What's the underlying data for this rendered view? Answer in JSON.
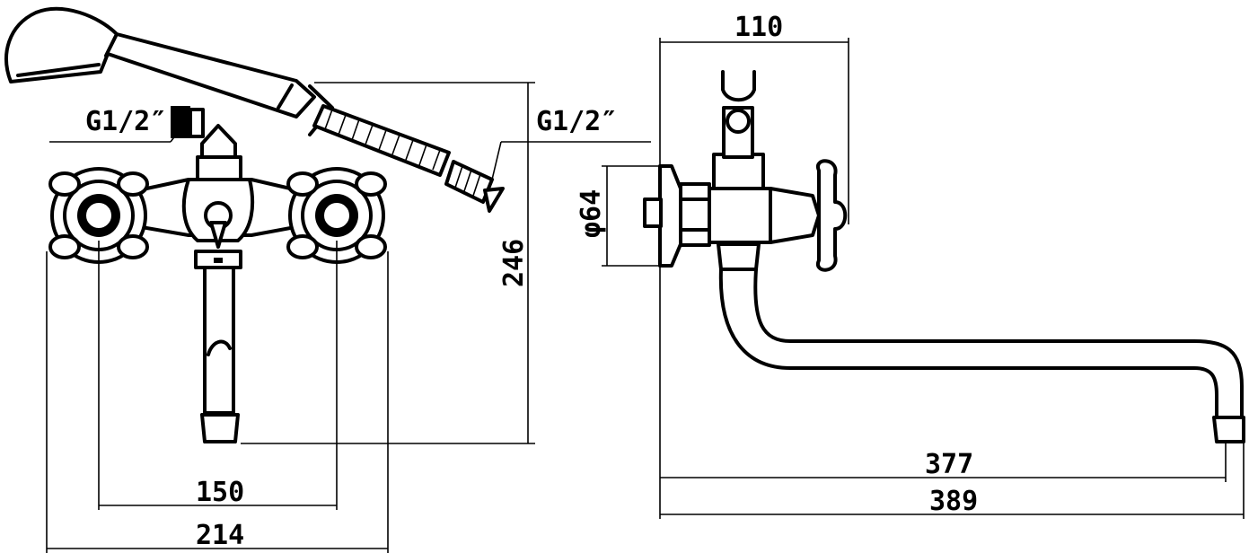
{
  "drawing": {
    "labels": {
      "thread_left": "G1/2″",
      "thread_right": "G1/2″",
      "width_centers": "150",
      "width_total": "214",
      "height_total": "246",
      "depth_top": "110",
      "diameter": "φ64",
      "reach_inner": "377",
      "reach_outer": "389"
    }
  }
}
